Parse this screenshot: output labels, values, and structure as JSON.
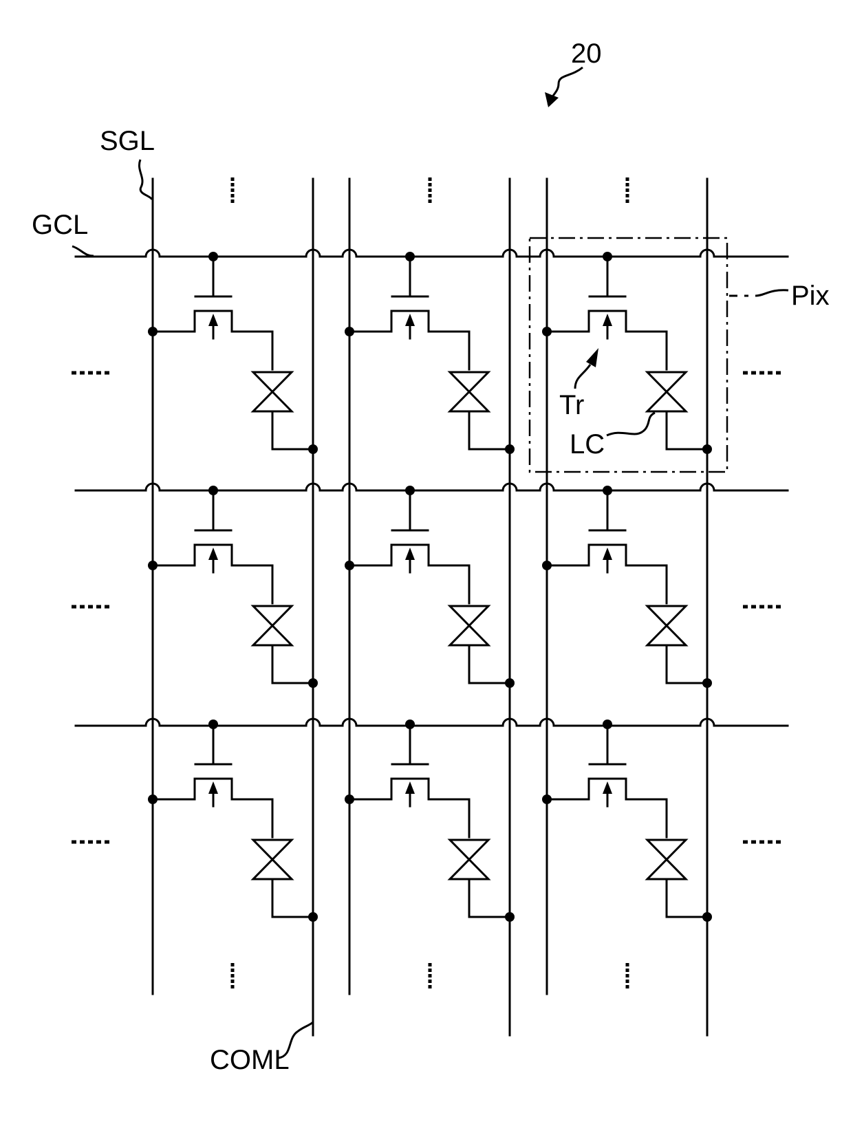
{
  "figure": {
    "reference_numeral": "20",
    "labels": {
      "signal_line": "SGL",
      "gate_line": "GCL",
      "pixel": "Pix",
      "transistor": "Tr",
      "liquid_crystal": "LC",
      "common_line": "COML"
    },
    "pixel_array": {
      "rows": 3,
      "columns": 3,
      "continues_beyond": true
    },
    "colors": {
      "line": "#000000",
      "background": "#ffffff"
    }
  }
}
